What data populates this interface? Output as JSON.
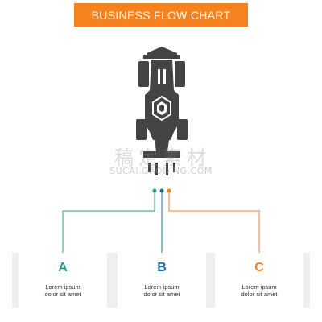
{
  "banner": {
    "title": "BUSINESS FLOW CHART",
    "color": "#f5821f"
  },
  "icon": {
    "name": "formula-race-car-icon",
    "color": "#444444"
  },
  "watermark": {
    "chinese": "稿定素材",
    "latin": "SUCAI.GAODING.COM"
  },
  "steps": [
    {
      "letter": "A",
      "line1": "Lorem ipsum",
      "line2": "dolor sit amet",
      "color": "#2a9d8f"
    },
    {
      "letter": "B",
      "line1": "Lorem ipsum",
      "line2": "dolor sit amet",
      "color": "#1f6fae"
    },
    {
      "letter": "C",
      "line1": "Lorem ipsum",
      "line2": "dolor sit amet",
      "color": "#f5821f"
    }
  ]
}
